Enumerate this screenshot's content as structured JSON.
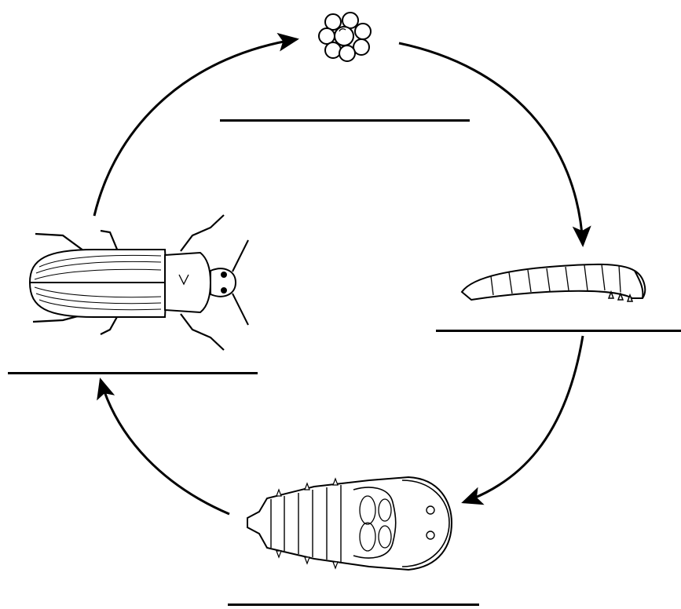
{
  "diagram": {
    "stages": [
      {
        "id": "eggs",
        "icon": "egg-cluster-icon",
        "label": ""
      },
      {
        "id": "larva",
        "icon": "larva-icon",
        "label": ""
      },
      {
        "id": "pupa",
        "icon": "pupa-icon",
        "label": ""
      },
      {
        "id": "adult",
        "icon": "beetle-icon",
        "label": ""
      }
    ],
    "cycle_order": [
      "eggs",
      "larva",
      "pupa",
      "adult"
    ],
    "colors": {
      "stroke": "#000000",
      "background": "#ffffff"
    }
  }
}
